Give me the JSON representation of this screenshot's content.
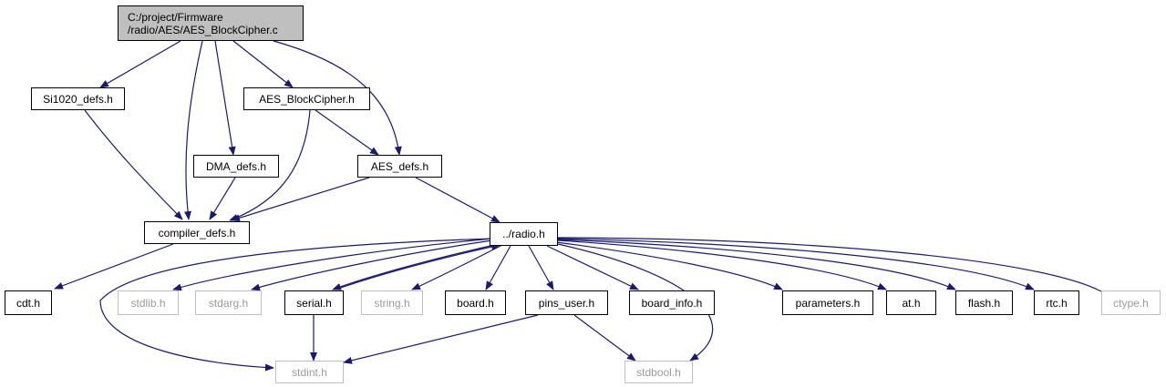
{
  "graph": {
    "root": {
      "line1": "C:/project/Firmware",
      "line2": "/radio/AES/AES_BlockCipher.c"
    },
    "nodes": {
      "si1020_defs": "Si1020_defs.h",
      "aes_blockcipher_h": "AES_BlockCipher.h",
      "dma_defs": "DMA_defs.h",
      "aes_defs": "AES_defs.h",
      "compiler_defs": "compiler_defs.h",
      "radio": "../radio.h",
      "cdt": "cdt.h",
      "stdlib": "stdlib.h",
      "stdarg": "stdarg.h",
      "serial": "serial.h",
      "string": "string.h",
      "board": "board.h",
      "pins_user": "pins_user.h",
      "board_info": "board_info.h",
      "parameters": "parameters.h",
      "at": "at.h",
      "flash": "flash.h",
      "rtc": "rtc.h",
      "ctype": "ctype.h",
      "stdint": "stdint.h",
      "stdbool": "stdbool.h"
    },
    "colors": {
      "edge": "#191970",
      "root_fill": "#bfbfbf",
      "external_border": "#bfbfbf",
      "external_text": "#9a9a9a"
    }
  }
}
